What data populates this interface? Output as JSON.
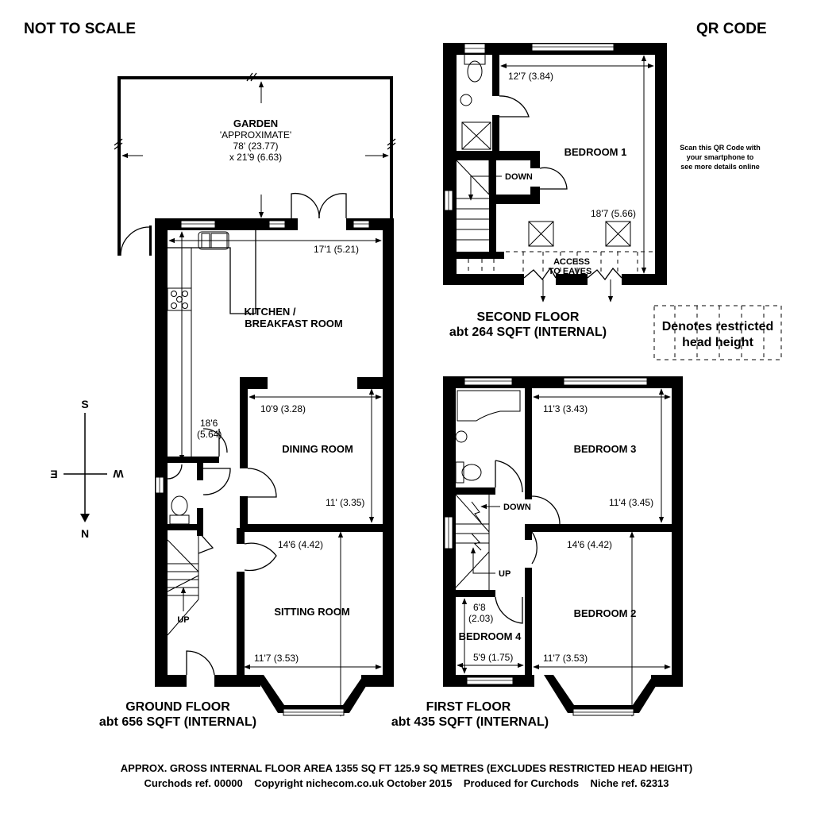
{
  "header": {
    "not_to_scale": "NOT TO SCALE",
    "qr_code": "QR CODE"
  },
  "qr_note": {
    "line1": "Scan this QR Code with",
    "line2": "your smartphone to",
    "line3": "see more details online"
  },
  "legend": {
    "line1": "Denotes restricted",
    "line2": "head height"
  },
  "compass": {
    "s": "S",
    "w": "W",
    "e": "E",
    "n": "N"
  },
  "garden": {
    "label": "GARDEN",
    "note": "'APPROXIMATE'",
    "length": "78' (23.77)",
    "width": "x 21'9 (6.63)"
  },
  "ground_floor": {
    "title": "GROUND FLOOR",
    "area": "abt 656 SQFT (INTERNAL)",
    "kitchen": {
      "label1": "KITCHEN /",
      "label2": "BREAKFAST ROOM",
      "width": "17'1 (5.21)",
      "length1": "18'6",
      "length2": "(5.64)"
    },
    "dining": {
      "label": "DINING ROOM",
      "width": "10'9 (3.28)",
      "length": "11' (3.35)"
    },
    "sitting": {
      "label": "SITTING ROOM",
      "length": "14'6 (4.42)",
      "width": "11'7 (3.53)"
    },
    "stairs_up": "UP"
  },
  "second_floor": {
    "title": "SECOND FLOOR",
    "area": "abt 264 SQFT (INTERNAL)",
    "bedroom1": {
      "label": "BEDROOM 1",
      "width": "12'7 (3.84)",
      "length": "18'7 (5.66)"
    },
    "stairs_down": "DOWN",
    "eaves1": "ACCESS",
    "eaves2": "TO EAVES"
  },
  "first_floor": {
    "title": "FIRST FLOOR",
    "area": "abt 435 SQFT (INTERNAL)",
    "bedroom3": {
      "label": "BEDROOM 3",
      "width": "11'3 (3.43)",
      "length": "11'4 (3.45)"
    },
    "bedroom2": {
      "label": "BEDROOM 2",
      "length": "14'6 (4.42)",
      "width": "11'7 (3.53)"
    },
    "bedroom4": {
      "label": "BEDROOM 4",
      "length1": "6'8",
      "length2": "(2.03)",
      "width": "5'9 (1.75)"
    },
    "stairs_down": "DOWN",
    "stairs_up": "UP"
  },
  "footer": {
    "line1": "APPROX. GROSS INTERNAL FLOOR AREA 1355 SQ FT 125.9 SQ METRES (EXCLUDES RESTRICTED HEAD HEIGHT)",
    "line2": "Curchods ref. 00000    Copyright nichecom.co.uk October 2015    Produced for Curchods    Niche ref. 62313"
  }
}
